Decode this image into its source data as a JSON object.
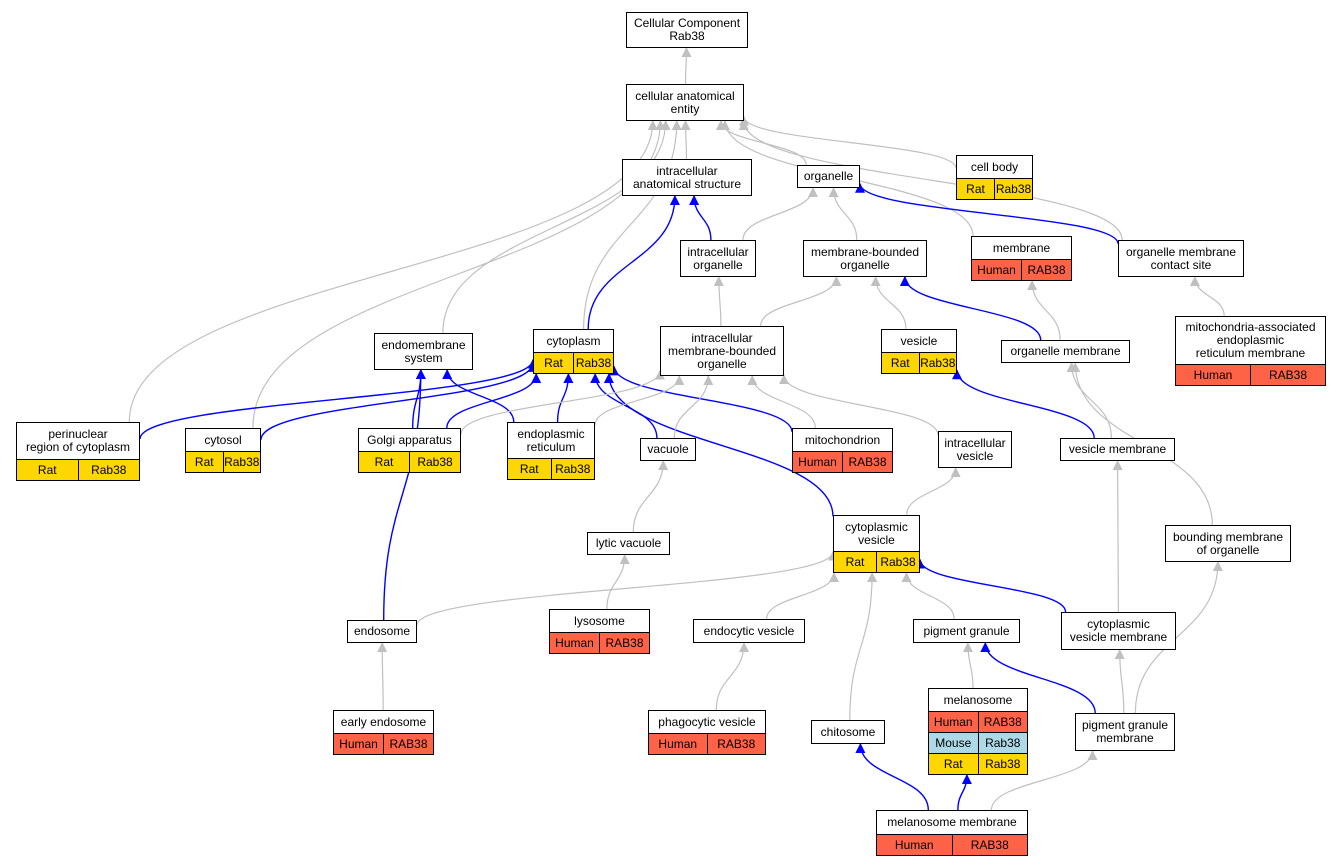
{
  "colors": {
    "edge_gray": "#c0c0c0",
    "edge_blue": "#0000ff",
    "Rat": "#ffd700",
    "Human": "#ff6347",
    "Mouse": "#add8e6"
  },
  "nodes": [
    {
      "id": "root",
      "label": "Cellular Component\nRab38",
      "rows": []
    },
    {
      "id": "cae",
      "label": "cellular anatomical\nentity",
      "rows": []
    },
    {
      "id": "ias",
      "label": "intracellular\nanatomical structure",
      "rows": []
    },
    {
      "id": "organelle",
      "label": "organelle",
      "rows": []
    },
    {
      "id": "cellbody",
      "label": "cell body",
      "rows": [
        {
          "species": "Rat",
          "gene": "Rab38"
        }
      ]
    },
    {
      "id": "intorg",
      "label": "intracellular\norganelle",
      "rows": []
    },
    {
      "id": "mbo",
      "label": "membrane-bounded\norganelle",
      "rows": []
    },
    {
      "id": "membrane",
      "label": "membrane",
      "rows": [
        {
          "species": "Human",
          "gene": "RAB38"
        }
      ]
    },
    {
      "id": "omcs",
      "label": "organelle membrane\ncontact site",
      "rows": []
    },
    {
      "id": "mam",
      "label": "mitochondria-associated\nendoplasmic\nreticulum membrane",
      "rows": [
        {
          "species": "Human",
          "gene": "RAB38"
        }
      ]
    },
    {
      "id": "endomem",
      "label": "endomembrane\nsystem",
      "rows": []
    },
    {
      "id": "cytoplasm",
      "label": "cytoplasm",
      "rows": [
        {
          "species": "Rat",
          "gene": "Rab38"
        }
      ]
    },
    {
      "id": "imbo",
      "label": "intracellular\nmembrane-bounded\norganelle",
      "rows": []
    },
    {
      "id": "vesicle",
      "label": "vesicle",
      "rows": [
        {
          "species": "Rat",
          "gene": "Rab38"
        }
      ]
    },
    {
      "id": "orgmem",
      "label": "organelle membrane",
      "rows": []
    },
    {
      "id": "perinuc",
      "label": "perinuclear\nregion of cytoplasm",
      "rows": [
        {
          "species": "Rat",
          "gene": "Rab38"
        }
      ]
    },
    {
      "id": "cytosol",
      "label": "cytosol",
      "rows": [
        {
          "species": "Rat",
          "gene": "Rab38"
        }
      ]
    },
    {
      "id": "golgi",
      "label": "Golgi apparatus",
      "rows": [
        {
          "species": "Rat",
          "gene": "Rab38"
        }
      ]
    },
    {
      "id": "er",
      "label": "endoplasmic\nreticulum",
      "rows": [
        {
          "species": "Rat",
          "gene": "Rab38"
        }
      ]
    },
    {
      "id": "vacuole",
      "label": "vacuole",
      "rows": []
    },
    {
      "id": "mito",
      "label": "mitochondrion",
      "rows": [
        {
          "species": "Human",
          "gene": "RAB38"
        }
      ]
    },
    {
      "id": "ivesicle",
      "label": "intracellular\nvesicle",
      "rows": []
    },
    {
      "id": "vesmem",
      "label": "vesicle membrane",
      "rows": []
    },
    {
      "id": "cytves",
      "label": "cytoplasmic\nvesicle",
      "rows": [
        {
          "species": "Rat",
          "gene": "Rab38"
        }
      ]
    },
    {
      "id": "lytvac",
      "label": "lytic vacuole",
      "rows": []
    },
    {
      "id": "bmo",
      "label": "bounding membrane\nof organelle",
      "rows": []
    },
    {
      "id": "endosome",
      "label": "endosome",
      "rows": []
    },
    {
      "id": "lysosome",
      "label": "lysosome",
      "rows": [
        {
          "species": "Human",
          "gene": "RAB38"
        }
      ]
    },
    {
      "id": "endoves",
      "label": "endocytic vesicle",
      "rows": []
    },
    {
      "id": "pgran",
      "label": "pigment granule",
      "rows": []
    },
    {
      "id": "cvm",
      "label": "cytoplasmic\nvesicle membrane",
      "rows": []
    },
    {
      "id": "earlyendo",
      "label": "early endosome",
      "rows": [
        {
          "species": "Human",
          "gene": "RAB38"
        }
      ]
    },
    {
      "id": "phago",
      "label": "phagocytic vesicle",
      "rows": [
        {
          "species": "Human",
          "gene": "RAB38"
        }
      ]
    },
    {
      "id": "melano",
      "label": "melanosome",
      "rows": [
        {
          "species": "Human",
          "gene": "RAB38"
        },
        {
          "species": "Mouse",
          "gene": "Rab38"
        },
        {
          "species": "Rat",
          "gene": "Rab38"
        }
      ]
    },
    {
      "id": "chito",
      "label": "chitosome",
      "rows": []
    },
    {
      "id": "pgm",
      "label": "pigment granule\nmembrane",
      "rows": []
    },
    {
      "id": "melmem",
      "label": "melanosome membrane",
      "rows": [
        {
          "species": "Human",
          "gene": "RAB38"
        }
      ]
    }
  ],
  "edges": [
    {
      "from": "cae",
      "to": "root",
      "color": "gray"
    },
    {
      "from": "ias",
      "to": "cae",
      "color": "gray"
    },
    {
      "from": "organelle",
      "to": "cae",
      "color": "gray"
    },
    {
      "from": "cellbody",
      "to": "cae",
      "color": "gray"
    },
    {
      "from": "membrane",
      "to": "cae",
      "color": "gray"
    },
    {
      "from": "omcs",
      "to": "cae",
      "color": "gray"
    },
    {
      "from": "endomem",
      "to": "cae",
      "color": "gray"
    },
    {
      "from": "cytoplasm",
      "to": "cae",
      "color": "gray"
    },
    {
      "from": "perinuc",
      "to": "cae",
      "color": "gray"
    },
    {
      "from": "cytosol",
      "to": "cae",
      "color": "gray"
    },
    {
      "from": "intorg",
      "to": "ias",
      "color": "blue"
    },
    {
      "from": "cytoplasm",
      "to": "ias",
      "color": "blue"
    },
    {
      "from": "intorg",
      "to": "organelle",
      "color": "gray"
    },
    {
      "from": "mbo",
      "to": "organelle",
      "color": "gray"
    },
    {
      "from": "omcs",
      "to": "organelle",
      "color": "blue"
    },
    {
      "from": "mam",
      "to": "omcs",
      "color": "gray"
    },
    {
      "from": "imbo",
      "to": "intorg",
      "color": "gray"
    },
    {
      "from": "imbo",
      "to": "mbo",
      "color": "gray"
    },
    {
      "from": "vesicle",
      "to": "mbo",
      "color": "gray"
    },
    {
      "from": "orgmem",
      "to": "mbo",
      "color": "blue"
    },
    {
      "from": "orgmem",
      "to": "membrane",
      "color": "gray"
    },
    {
      "from": "perinuc",
      "to": "cytoplasm",
      "color": "blue"
    },
    {
      "from": "cytosol",
      "to": "cytoplasm",
      "color": "blue"
    },
    {
      "from": "golgi",
      "to": "cytoplasm",
      "color": "blue"
    },
    {
      "from": "er",
      "to": "cytoplasm",
      "color": "blue"
    },
    {
      "from": "vacuole",
      "to": "cytoplasm",
      "color": "blue"
    },
    {
      "from": "mito",
      "to": "cytoplasm",
      "color": "blue"
    },
    {
      "from": "cytves",
      "to": "cytoplasm",
      "color": "blue"
    },
    {
      "from": "golgi",
      "to": "endomem",
      "color": "blue"
    },
    {
      "from": "er",
      "to": "endomem",
      "color": "blue"
    },
    {
      "from": "endosome",
      "to": "endomem",
      "color": "blue"
    },
    {
      "from": "golgi",
      "to": "imbo",
      "color": "gray"
    },
    {
      "from": "er",
      "to": "imbo",
      "color": "gray"
    },
    {
      "from": "vacuole",
      "to": "imbo",
      "color": "gray"
    },
    {
      "from": "mito",
      "to": "imbo",
      "color": "gray"
    },
    {
      "from": "ivesicle",
      "to": "imbo",
      "color": "gray"
    },
    {
      "from": "vesmem",
      "to": "vesicle",
      "color": "blue"
    },
    {
      "from": "vesmem",
      "to": "orgmem",
      "color": "gray"
    },
    {
      "from": "bmo",
      "to": "orgmem",
      "color": "gray"
    },
    {
      "from": "cytves",
      "to": "ivesicle",
      "color": "gray"
    },
    {
      "from": "cvm",
      "to": "vesmem",
      "color": "gray"
    },
    {
      "from": "lytvac",
      "to": "vacuole",
      "color": "gray"
    },
    {
      "from": "lysosome",
      "to": "lytvac",
      "color": "gray"
    },
    {
      "from": "endosome",
      "to": "cytves",
      "color": "gray"
    },
    {
      "from": "endoves",
      "to": "cytves",
      "color": "gray"
    },
    {
      "from": "pgran",
      "to": "cytves",
      "color": "gray"
    },
    {
      "from": "cvm",
      "to": "cytves",
      "color": "blue"
    },
    {
      "from": "chito",
      "to": "cytves",
      "color": "gray"
    },
    {
      "from": "earlyendo",
      "to": "endosome",
      "color": "gray"
    },
    {
      "from": "phago",
      "to": "endoves",
      "color": "gray"
    },
    {
      "from": "melano",
      "to": "pgran",
      "color": "gray"
    },
    {
      "from": "pgm",
      "to": "pgran",
      "color": "blue"
    },
    {
      "from": "pgm",
      "to": "cvm",
      "color": "gray"
    },
    {
      "from": "pgm",
      "to": "bmo",
      "color": "gray"
    },
    {
      "from": "melmem",
      "to": "chito",
      "color": "blue"
    },
    {
      "from": "melmem",
      "to": "melano",
      "color": "blue"
    },
    {
      "from": "melmem",
      "to": "pgm",
      "color": "gray"
    }
  ]
}
